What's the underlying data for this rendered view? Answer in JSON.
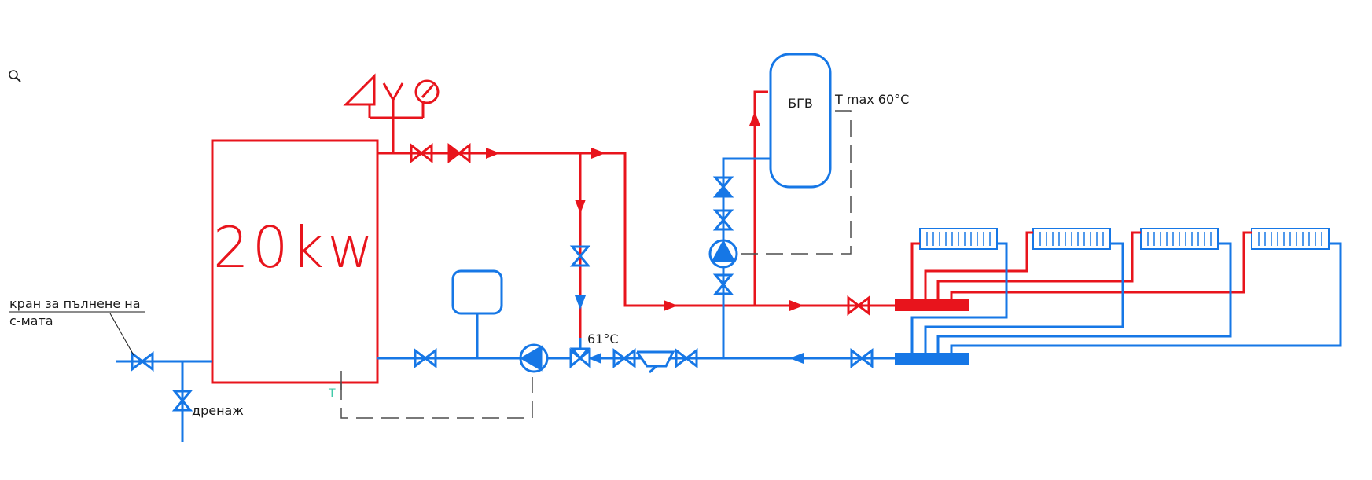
{
  "boiler": {
    "label": "20kw"
  },
  "dhw_tank": {
    "label": "БГВ",
    "temp_limit": "T max 60°C"
  },
  "mixing_valve": {
    "temp_label": "61°C"
  },
  "sensor": {
    "label": "T"
  },
  "fill_valve": {
    "label_line1": "кран за пълнене на",
    "label_line2": "с-мата"
  },
  "drain": {
    "label": "дренаж"
  },
  "colors": {
    "supply": "#e8141c",
    "return": "#1677e6",
    "dashed": "#4d4d4d",
    "sensor_text": "#3ec9a7"
  },
  "icons": [
    "zoom-icon",
    "safety-valve-icon",
    "air-vent-icon",
    "pressure-gauge-icon",
    "pump-icon",
    "expansion-vessel-icon",
    "check-valve-icon",
    "strainer-icon",
    "radiator-icon",
    "manifold-icon"
  ]
}
